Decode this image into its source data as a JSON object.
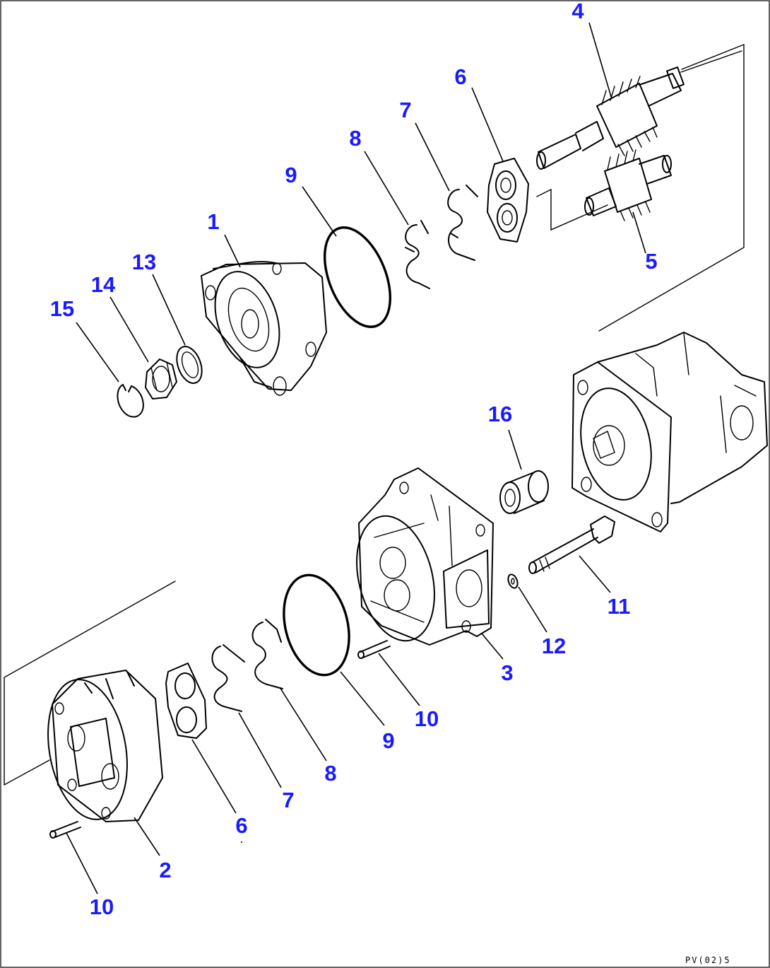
{
  "drawing": {
    "code": "PV(02)5",
    "callout_color": "#1a1aff",
    "callouts": [
      "4",
      "6",
      "7",
      "8",
      "9",
      "1",
      "5",
      "13",
      "14",
      "15",
      "16",
      "11",
      "12",
      "3",
      "10",
      "9",
      "8",
      "7",
      "6",
      "2",
      "10"
    ]
  }
}
